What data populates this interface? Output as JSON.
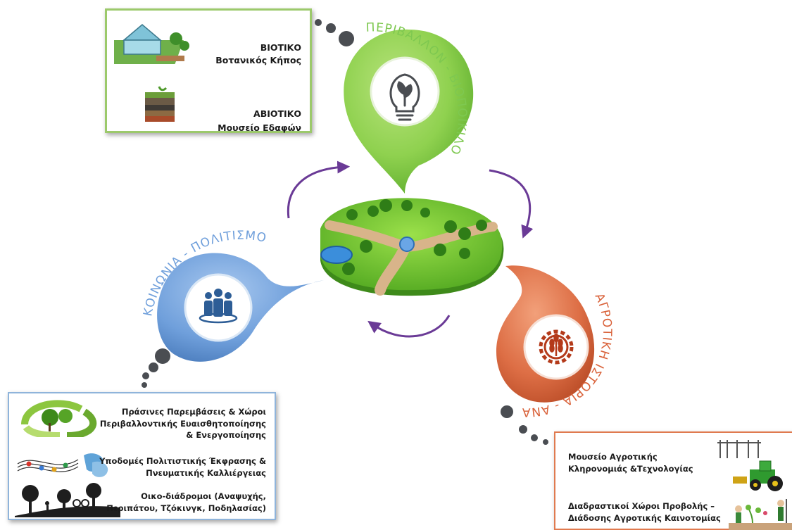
{
  "themes": {
    "environment": {
      "title": "ΠΕΡΙΒΑΛΛΟΝ - ΒΙΟΠΟΙΚΙΛΟΤΗΤΑ",
      "color": "#7ec850",
      "icon": "lightbulb-plant-icon"
    },
    "society": {
      "title": "ΚΟΙΝΩΝΙΑ - ΠΟΛΙΤΙΣΜΟΣ",
      "color": "#5f97d6",
      "icon": "people-group-icon"
    },
    "agriculture": {
      "title": "ΑΓΡΟΤΙΚΗ ΙΣΤΟΡΙΑ - ΑΝΑΠΤΥΞΗ",
      "color": "#d9623a",
      "icon": "wheat-gear-icon"
    }
  },
  "boxes": {
    "environment": {
      "items": [
        {
          "title": "ΒΙΟΤΙΚΟ",
          "subtitle": "Βοτανικός Κήπος",
          "icon": "greenhouse-garden-icon"
        },
        {
          "title": "ΑΒΙΟΤΙΚΟ",
          "subtitle": "Μουσείο Εδαφών",
          "icon": "soil-layers-icon"
        }
      ]
    },
    "society": {
      "items": [
        {
          "text": "Πράσινες Παρεμβάσεις & Χώροι\nΠεριβαλλοντικής Ευαισθητοποίησης\n& Ενεργοποίησης",
          "icon": "green-recycle-trees-icon"
        },
        {
          "text": "Υποδομές Πολιτιστικής Έκφρασης &\nΠνευματικής Καλλιέργειας",
          "icon": "music-theater-masks-icon"
        },
        {
          "text": "Οικο-διάδρομοι  (Αναψυχής,\nΠεριπάτου, Τζόκινγκ, Ποδηλασίας)",
          "icon": "park-path-silhouette-icon"
        }
      ]
    },
    "agriculture": {
      "items": [
        {
          "text": "Μουσείο Αγροτικής\nΚληρονομιάς &Τεχνολογίας",
          "icon": "tractor-tools-icon"
        },
        {
          "text": "Διαδραστικοί Χώροι Προβολής –\nΔιάδοσης Αγροτικής Καινοτομίας",
          "icon": "farmers-plants-icon"
        }
      ]
    }
  },
  "center": {
    "icon": "park-island-icon"
  },
  "colors": {
    "green_box": "#9cc96b",
    "blue_box": "#8fb4db",
    "orange_box": "#e07a4f",
    "cycle_arrow": "#6a3a96",
    "bubble_dots": "#4a4d52"
  }
}
